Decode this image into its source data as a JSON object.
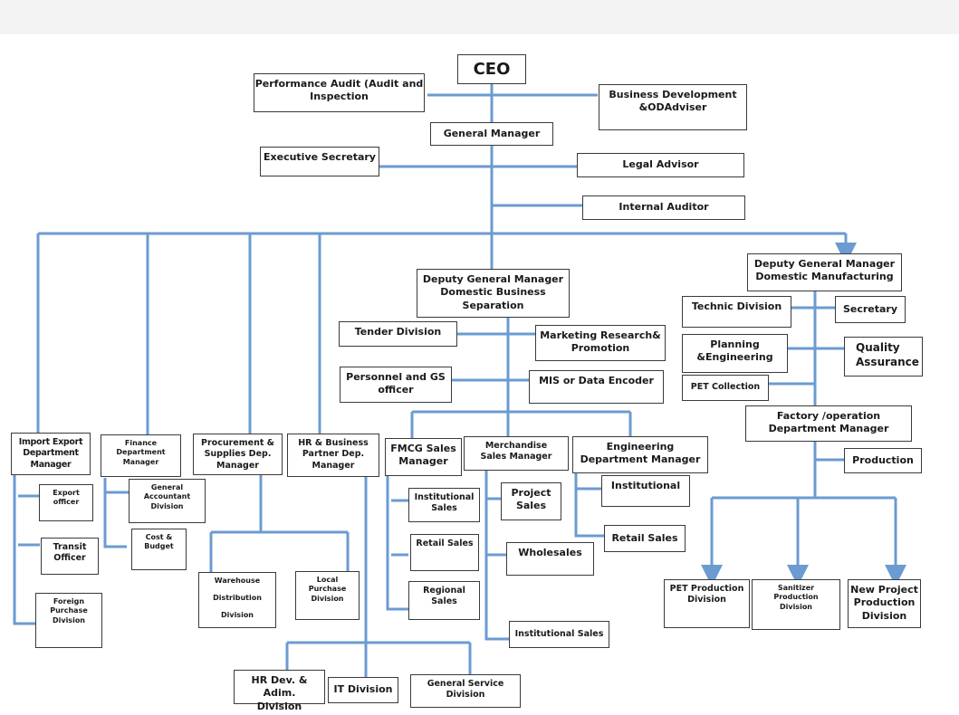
{
  "chart_title": "",
  "colors": {
    "connector": "#6b9bd1",
    "border": "#3a3a3a",
    "topbar": "#f3f3f3"
  },
  "nodes": {
    "ceo": "CEO",
    "performance_audit": "Performance Audit (Audit and\nInspection",
    "business_development": "Business Development\n&ODAdviser",
    "general_manager": "General Manager",
    "executive_secretary": "Executive Secretary",
    "legal_advisor": "Legal Advisor",
    "internal_auditor": "Internal Auditor",
    "dgm_business": "Deputy General Manager\nDomestic Business\nSeparation",
    "tender_division": "Tender Division",
    "marketing_research": "Marketing Research&\nPromotion",
    "personnel_gs": "Personnel and GS\nofficer",
    "mis_encoder": "MIS or Data Encoder",
    "fmcg_sales": "FMCG Sales\nManager",
    "merchandise_sales": "Merchandise\nSales Manager",
    "engineering_dept": "Engineering\nDepartment Manager",
    "fmcg_institutional": "Institutional\nSales",
    "fmcg_retail": "Retail Sales",
    "fmcg_regional": "Regional\nSales",
    "merch_project": "Project\nSales",
    "merch_wholesales": "Wholesales",
    "merch_institutional": "Institutional Sales",
    "eng_institutional": "Institutional",
    "eng_retail": "Retail Sales",
    "dgm_manufacturing": "Deputy General Manager\nDomestic Manufacturing",
    "technic_division": "Technic Division",
    "secretary": "Secretary",
    "planning_engineering": "Planning\n&Engineering",
    "quality_assurance": "Quality\nAssurance",
    "pet_collection": "PET Collection",
    "factory_operation": "Factory /operation\nDepartment Manager",
    "production": "Production",
    "pet_production": "PET Production\nDivision",
    "sanitizer_production": "Sanitizer\nProduction\nDivision",
    "new_project_production": "New Project\nProduction\nDivision",
    "import_export": "Import Export\nDepartment\nManager",
    "export_officer": "Export\nofficer",
    "transit_officer": "Transit\nOfficer",
    "foreign_purchase": "Foreign\nPurchase\nDivision",
    "finance_dept": "Finance\nDepartment\nManager",
    "general_accountant": "General\nAccountant\nDivision",
    "cost_budget": "Cost &\nBudget",
    "procurement": "Procurement &\nSupplies Dep.\nManager",
    "warehouse": "Warehouse\n\nDistribution\n\nDivision",
    "local_purchase": "Local\nPurchase\nDivision",
    "hr_business": "HR & Business\nPartner Dep.\nManager",
    "hr_dev": "HR Dev. & Adim.\nDivision",
    "it_division": "IT Division",
    "general_service": "General Service\nDivision"
  }
}
